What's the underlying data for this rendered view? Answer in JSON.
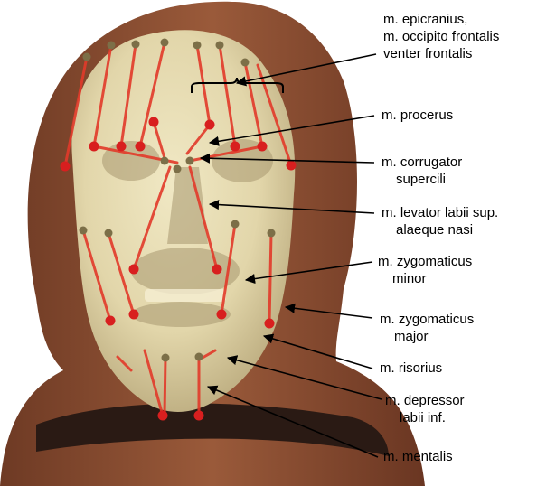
{
  "colors": {
    "hood": "#8a5034",
    "hood_dark": "#5c3222",
    "face": "#e6dcb4",
    "face_shadow": "#b8ab82",
    "muscle_line": "#e23a2a",
    "insertion_point": "#d81f1f",
    "attachment_point": "#7c6f48",
    "arrow": "#000000"
  },
  "labels": [
    {
      "id": "epicranius",
      "lines": [
        "m. epicranius,",
        "m. occipito frontalis",
        "venter frontalis"
      ]
    },
    {
      "id": "procerus",
      "lines": [
        "m. procerus"
      ]
    },
    {
      "id": "corrugator",
      "lines": [
        "m. corrugator",
        "supercili"
      ]
    },
    {
      "id": "levator",
      "lines": [
        "m. levator labii sup.",
        "alaeque nasi"
      ]
    },
    {
      "id": "zyg-minor",
      "lines": [
        "m. zygomaticus",
        "minor"
      ]
    },
    {
      "id": "zyg-major",
      "lines": [
        "m. zygomaticus",
        "major"
      ]
    },
    {
      "id": "risorius",
      "lines": [
        "m. risorius"
      ]
    },
    {
      "id": "depressor",
      "lines": [
        "m. depressor",
        "labii inf."
      ]
    },
    {
      "id": "mentalis",
      "lines": [
        "m. mentalis"
      ]
    }
  ]
}
